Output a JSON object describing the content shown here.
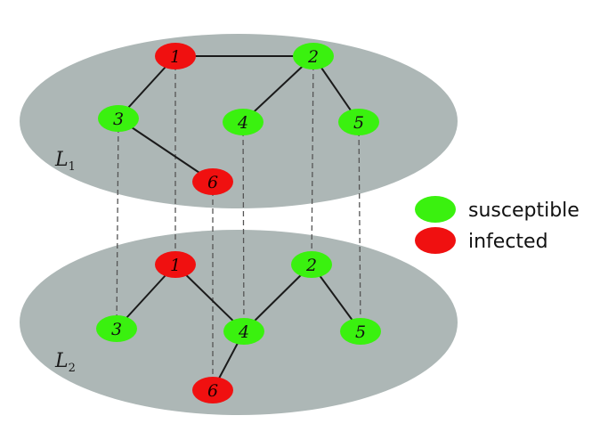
{
  "colors": {
    "plane": "#adb7b6",
    "susceptible": "#3af10f",
    "infected": "#f01010",
    "edge": "#1a1a1a",
    "interlink": "#555555"
  },
  "layers": [
    {
      "id": "L1",
      "label": "L",
      "subscript": "1",
      "nodes": [
        {
          "id": "1",
          "label": "1",
          "state": "infected"
        },
        {
          "id": "2",
          "label": "2",
          "state": "susceptible"
        },
        {
          "id": "3",
          "label": "3",
          "state": "susceptible"
        },
        {
          "id": "4",
          "label": "4",
          "state": "susceptible"
        },
        {
          "id": "5",
          "label": "5",
          "state": "susceptible"
        },
        {
          "id": "6",
          "label": "6",
          "state": "infected"
        }
      ],
      "edges": [
        [
          "1",
          "2"
        ],
        [
          "1",
          "3"
        ],
        [
          "2",
          "4"
        ],
        [
          "2",
          "5"
        ],
        [
          "3",
          "6"
        ]
      ]
    },
    {
      "id": "L2",
      "label": "L",
      "subscript": "2",
      "nodes": [
        {
          "id": "1",
          "label": "1",
          "state": "infected"
        },
        {
          "id": "2",
          "label": "2",
          "state": "susceptible"
        },
        {
          "id": "3",
          "label": "3",
          "state": "susceptible"
        },
        {
          "id": "4",
          "label": "4",
          "state": "susceptible"
        },
        {
          "id": "5",
          "label": "5",
          "state": "susceptible"
        },
        {
          "id": "6",
          "label": "6",
          "state": "infected"
        }
      ],
      "edges": [
        [
          "1",
          "3"
        ],
        [
          "1",
          "4"
        ],
        [
          "2",
          "4"
        ],
        [
          "2",
          "5"
        ],
        [
          "4",
          "6"
        ]
      ]
    }
  ],
  "interlayer_links": [
    "1",
    "2",
    "3",
    "4",
    "5",
    "6"
  ],
  "legend": [
    {
      "state": "susceptible",
      "label": "susceptible"
    },
    {
      "state": "infected",
      "label": "infected"
    }
  ]
}
